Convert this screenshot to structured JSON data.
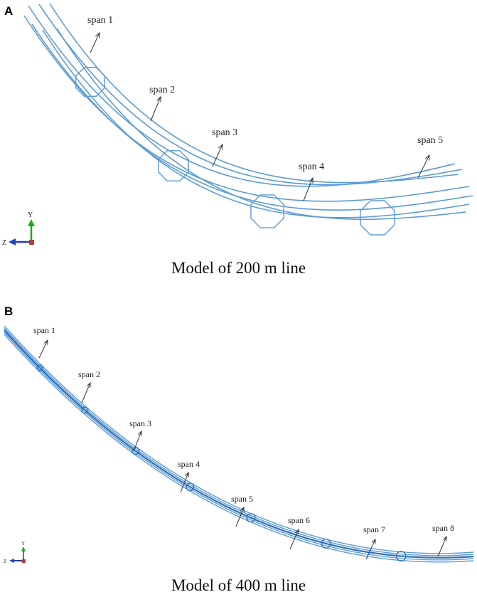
{
  "panels": [
    {
      "letter": "A",
      "caption": "Model of 200 m line",
      "spans": [
        "span 1",
        "span 2",
        "span 3",
        "span 4",
        "span 5"
      ]
    },
    {
      "letter": "B",
      "caption": "Model of 400 m line",
      "spans": [
        "span 1",
        "span 2",
        "span 3",
        "span 4",
        "span 5",
        "span 6",
        "span 7",
        "span 8"
      ]
    }
  ],
  "axes_triad": {
    "y_label": "Y",
    "z_label": "Z"
  },
  "colors": {
    "conductor": "#5b9bd5",
    "conductor_dark": "#2e6fb8",
    "triad_y": "#1fa81f",
    "triad_z": "#1f3fbf",
    "triad_origin": "#c0392b"
  }
}
